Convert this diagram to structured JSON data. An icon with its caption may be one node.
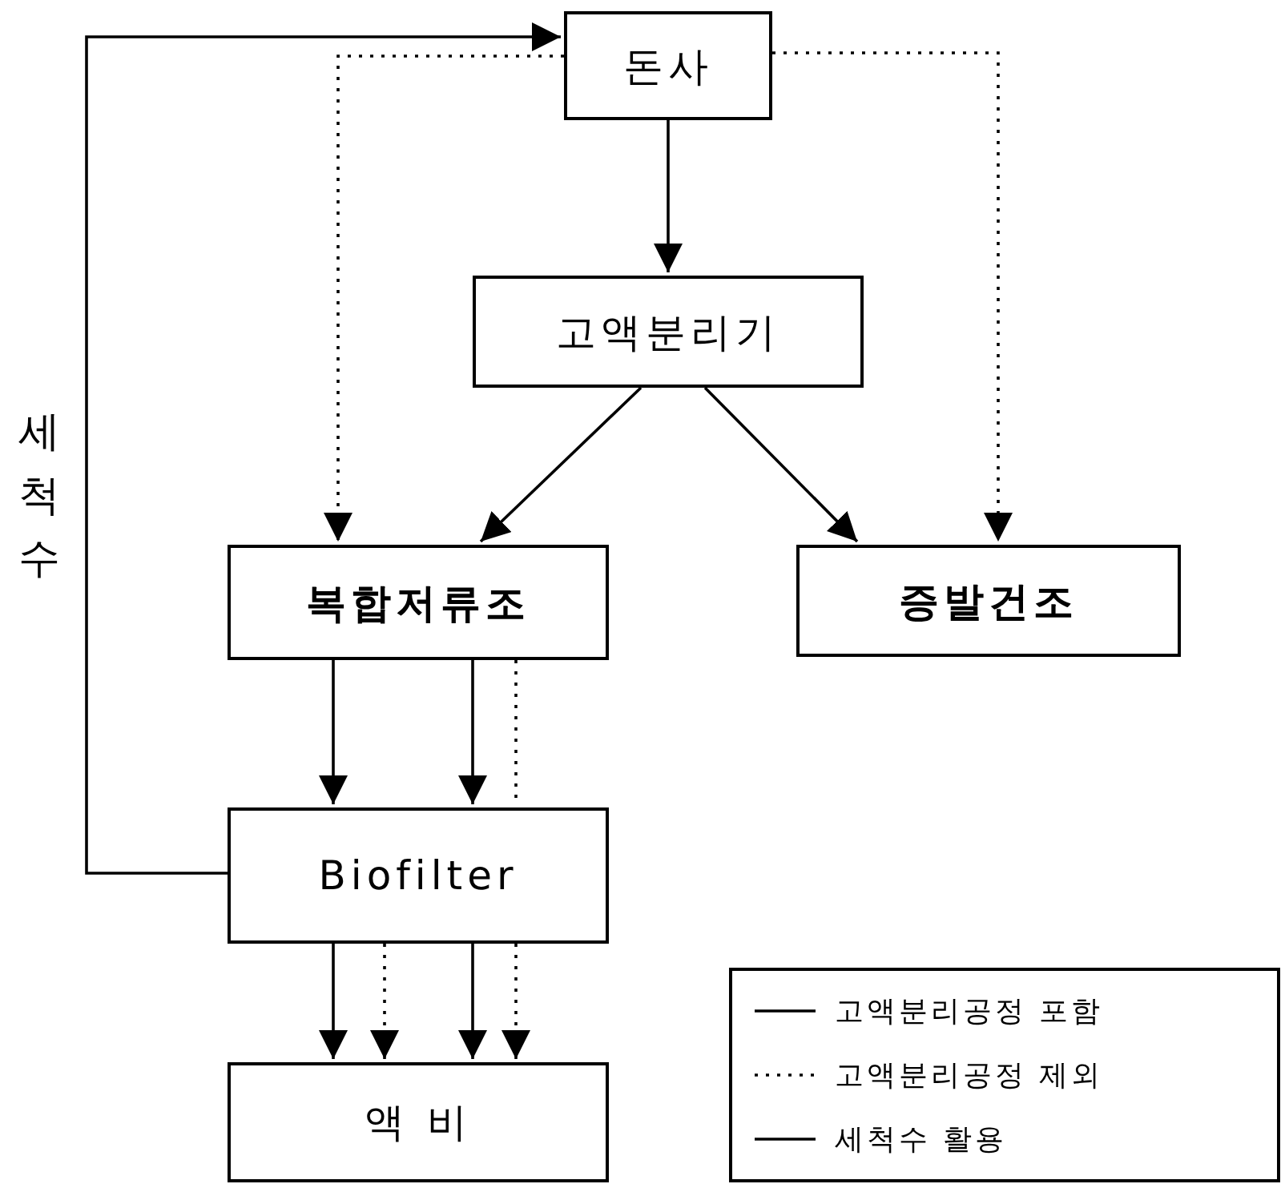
{
  "diagram": {
    "nodes": [
      {
        "text": [
          "돈사"
        ]
      },
      {
        "text": [
          "고액분리기"
        ]
      },
      {
        "text": [
          "복합저류조"
        ]
      },
      {
        "text": [
          "증발건조"
        ]
      },
      {
        "text": [
          "Biofilter"
        ]
      },
      {
        "text": [
          "액 비"
        ]
      }
    ],
    "edges": [
      {
        "from": 0,
        "to": 1,
        "arrow": "to"
      },
      {
        "from": 1,
        "to": 2,
        "arrow": "to"
      },
      {
        "from": 1,
        "to": 3,
        "arrow": "to"
      },
      {
        "from": 0,
        "to": 2,
        "arrow": "to",
        "style": "dashed"
      },
      {
        "from": 0,
        "to": 3,
        "arrow": "to",
        "style": "dashed"
      },
      {
        "from": 2,
        "to": 4,
        "arrow": "to"
      },
      {
        "from": 2,
        "to": 4,
        "arrow": "to"
      },
      {
        "from": 2,
        "to": 4,
        "arrow": "none",
        "style": "dashed"
      },
      {
        "from": 4,
        "to": 5,
        "arrow": "to"
      },
      {
        "from": 4,
        "to": 5,
        "arrow": "to",
        "style": "dashed"
      },
      {
        "from": 4,
        "to": 5,
        "arrow": "to"
      },
      {
        "from": 4,
        "to": 5,
        "arrow": "to",
        "style": "dashed"
      },
      {
        "from": 4,
        "to": 0,
        "arrow": "to",
        "label": "세척수"
      }
    ],
    "legend": [
      {
        "text": "고액분리공정 포함"
      },
      {
        "text": "고액분리공정 제외"
      },
      {
        "text": "세척수 활용"
      }
    ]
  }
}
